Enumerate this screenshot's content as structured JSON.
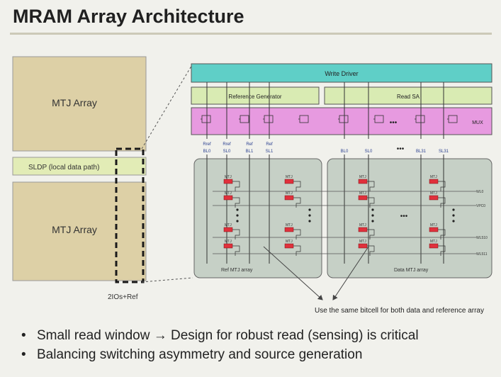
{
  "slide": {
    "title": "MRAM Array Architecture",
    "bullets": [
      "Small read window → Design for robust read (sensing) is critical",
      "Balancing switching asymmetry and source generation"
    ]
  },
  "left_block": {
    "top_array_label": "MTJ Array",
    "sldp_label": "SLDP (local data path)",
    "bottom_array_label": "MTJ Array",
    "callout_label": "2IOs+Ref"
  },
  "zoom": {
    "write_driver": "Write Driver",
    "reference_generator": "Reference Generator",
    "read_sa": "Read SA",
    "mux": "MUX",
    "line_labels": [
      {
        "top": "Rref",
        "bottom": "BL0"
      },
      {
        "top": "Rref",
        "bottom": "SL0"
      },
      {
        "top": "Ref",
        "bottom": "BL1"
      },
      {
        "top": "Ref",
        "bottom": "SL1"
      },
      {
        "top": "",
        "bottom": "BL0"
      },
      {
        "top": "",
        "bottom": "SL0"
      },
      {
        "top": "",
        "bottom": "BL31"
      },
      {
        "top": "",
        "bottom": "SL31"
      }
    ],
    "ellipsis": "•••",
    "mtj_label": "MTJ",
    "wordlines": [
      "WL0",
      "VPC0",
      "WL510",
      "WL511"
    ],
    "ref_array_label": "Ref MTJ array",
    "data_array_label": "Data MTJ array",
    "bottom_note": "Use the same bitcell for both data and reference array"
  },
  "colors": {
    "mtj_array": "#ddd0a6",
    "sldp": "#e2ecb6",
    "write_driver": "#5fcfc7",
    "gen_sa": "#d9ebb3",
    "mux": "#e79ae0",
    "array_panel": "#c6d0c6",
    "mtj_cell": "#e0313c"
  }
}
